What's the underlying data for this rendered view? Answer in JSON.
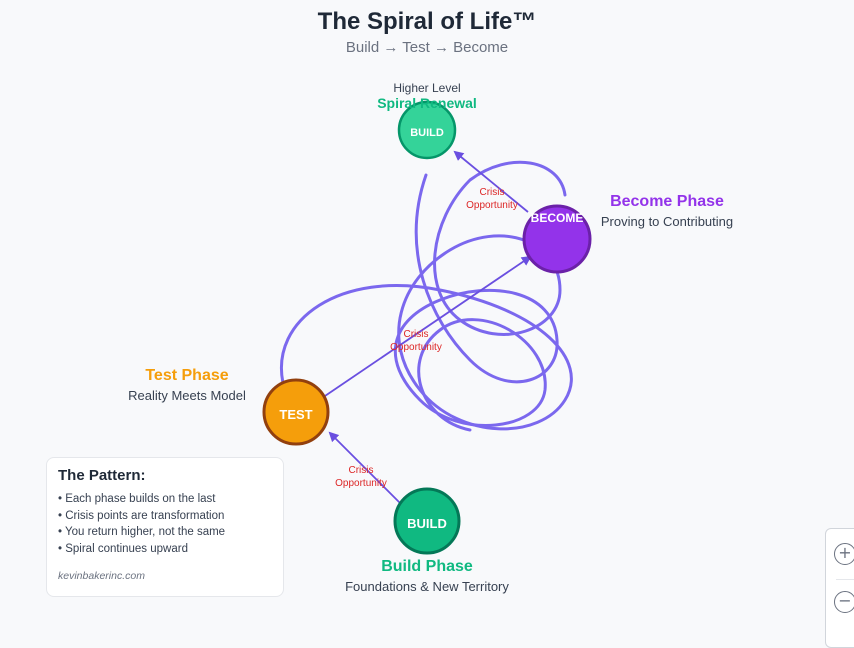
{
  "header": {
    "title": "The Spiral of Life™",
    "subtitle": "Build → Test → Become"
  },
  "nodes": {
    "build_bottom": {
      "label": "BUILD",
      "color": "#10b981",
      "border": "#047857"
    },
    "test": {
      "label": "TEST",
      "color": "#f59e0b",
      "border": "#92400e"
    },
    "become": {
      "label": "BECOME",
      "color": "#9333ea",
      "border": "#6b21a8"
    },
    "build_top": {
      "label": "BUILD",
      "color": "#34d399",
      "border": "#059669"
    }
  },
  "phase_labels": {
    "build": {
      "title": "Build Phase",
      "desc": "Foundations & New Territory",
      "color": "#10b981"
    },
    "test": {
      "title": "Test Phase",
      "desc": "Reality Meets Model",
      "color": "#f59e0b"
    },
    "become": {
      "title": "Become Phase",
      "desc": "Proving to Contributing",
      "color": "#9333ea"
    },
    "renewal": {
      "title": "Spiral Renewal",
      "caption": "Higher Level",
      "color": "#10b981"
    }
  },
  "crisis_labels": [
    {
      "line1": "Crisis",
      "line2": "Opportunity"
    },
    {
      "line1": "Crisis",
      "line2": "Opportunity"
    },
    {
      "line1": "Crisis",
      "line2": "Opportunity"
    }
  ],
  "colors": {
    "spiral": "#7b68ee",
    "arrow": "#6a4fe0",
    "crisis": "#dc2626"
  },
  "pattern": {
    "title": "The Pattern:",
    "items": [
      "Each phase builds on the last",
      "Crisis points are transformation",
      "You return higher, not the same",
      "Spiral continues upward"
    ],
    "footer": "kevinbakerinc.com"
  },
  "zoom": {
    "zoom_in_icon": "zoom-in-icon",
    "zoom_out_icon": "zoom-out-icon"
  }
}
